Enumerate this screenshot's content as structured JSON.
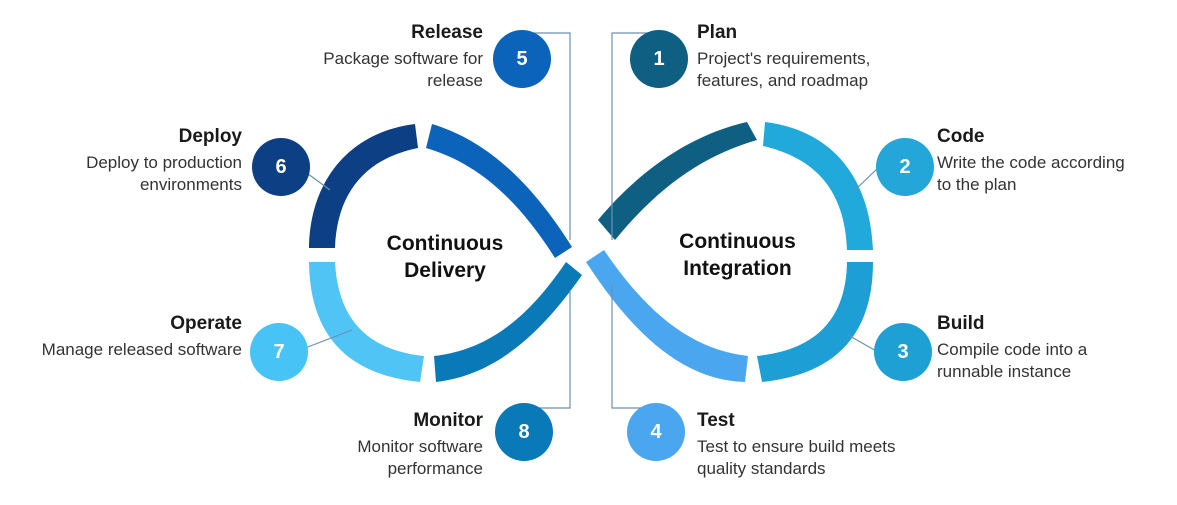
{
  "center": {
    "delivery": [
      "Continuous",
      "Delivery"
    ],
    "integration": [
      "Continuous",
      "Integration"
    ]
  },
  "steps": [
    {
      "num": "1",
      "title": "Plan",
      "desc": [
        "Project's requirements,",
        "features, and roadmap"
      ],
      "color": "#0f5f83"
    },
    {
      "num": "2",
      "title": "Code",
      "desc": [
        "Write the code according",
        "to the plan"
      ],
      "color": "#25a6d9"
    },
    {
      "num": "3",
      "title": "Build",
      "desc": [
        "Compile code into a",
        "runnable instance"
      ],
      "color": "#1fa0d4"
    },
    {
      "num": "4",
      "title": "Test",
      "desc": [
        "Test to ensure build meets",
        "quality standards"
      ],
      "color": "#4aa7ef"
    },
    {
      "num": "5",
      "title": "Release",
      "desc": [
        "Package software for",
        "release"
      ],
      "color": "#0b64b9"
    },
    {
      "num": "6",
      "title": "Deploy",
      "desc": [
        "Deploy to production",
        "environments"
      ],
      "color": "#0c3f83"
    },
    {
      "num": "7",
      "title": "Operate",
      "desc": [
        "Manage released software"
      ],
      "color": "#47c3f5"
    },
    {
      "num": "8",
      "title": "Monitor",
      "desc": [
        "Monitor software",
        "performance"
      ],
      "color": "#0a79b8"
    }
  ],
  "colors": {
    "segment_plan": "#0f5f83",
    "segment_code": "#22a9dc",
    "segment_build": "#1d9fd6",
    "segment_test": "#4aa7ef",
    "segment_release": "#0b64b9",
    "segment_deploy": "#0c3f83",
    "segment_operate": "#4fc4f5",
    "segment_monitor": "#0a79b8",
    "connector": "#6e8fae"
  }
}
